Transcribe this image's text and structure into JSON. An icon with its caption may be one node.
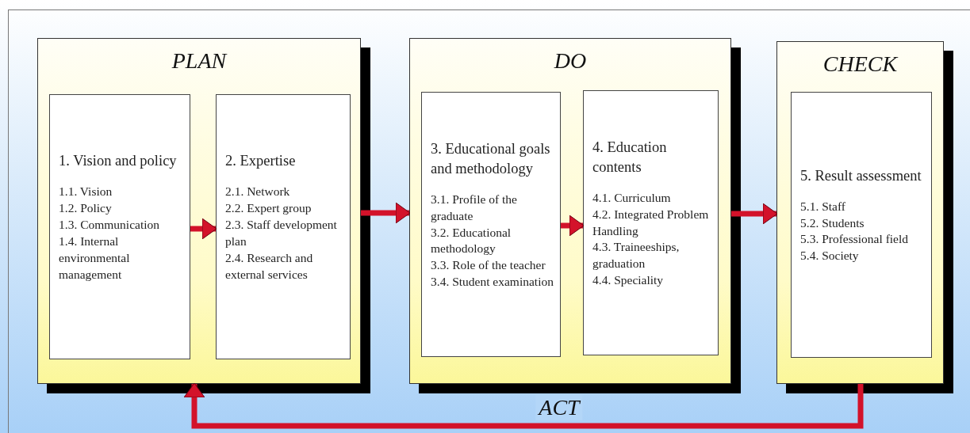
{
  "diagram": {
    "nodes": [
      {
        "text": [
          "PLAN"
        ]
      },
      {
        "text": [
          "1. Vision and policy",
          "1.1. Vision",
          "1.2. Policy",
          "1.3. Communication",
          "1.4. Internal environmental management"
        ],
        "in": 0
      },
      {
        "text": [
          "2. Expertise",
          "2.1. Network",
          "2.2. Expert group",
          "2.3. Staff development plan",
          "2.4. Research and external services"
        ],
        "in": 0
      },
      {
        "text": [
          "DO"
        ]
      },
      {
        "text": [
          "3. Educational goals and methodology",
          "3.1. Profile of the graduate",
          "3.2. Educational methodology",
          "3.3. Role of the teacher",
          "3.4. Student examination"
        ],
        "in": 3
      },
      {
        "text": [
          "4. Education contents",
          "4.1. Curriculum",
          "4.2. Integrated Problem Handling",
          "4.3. Traineeships, graduation",
          "4.4. Speciality"
        ],
        "in": 3
      },
      {
        "text": [
          "CHECK"
        ]
      },
      {
        "text": [
          "5. Result assessment",
          "5.1. Staff",
          "5.2. Students",
          "5.3. Professional field",
          "5.4. Society"
        ],
        "in": 6
      }
    ],
    "edges": [
      {
        "from": 1,
        "to": 2,
        "arrow": "to"
      },
      {
        "from": 0,
        "to": 3,
        "arrow": "to"
      },
      {
        "from": 4,
        "to": 5,
        "arrow": "to"
      },
      {
        "from": 3,
        "to": 6,
        "arrow": "to"
      },
      {
        "from": 6,
        "to": 0,
        "arrow": "to",
        "label": "ACT"
      }
    ]
  }
}
